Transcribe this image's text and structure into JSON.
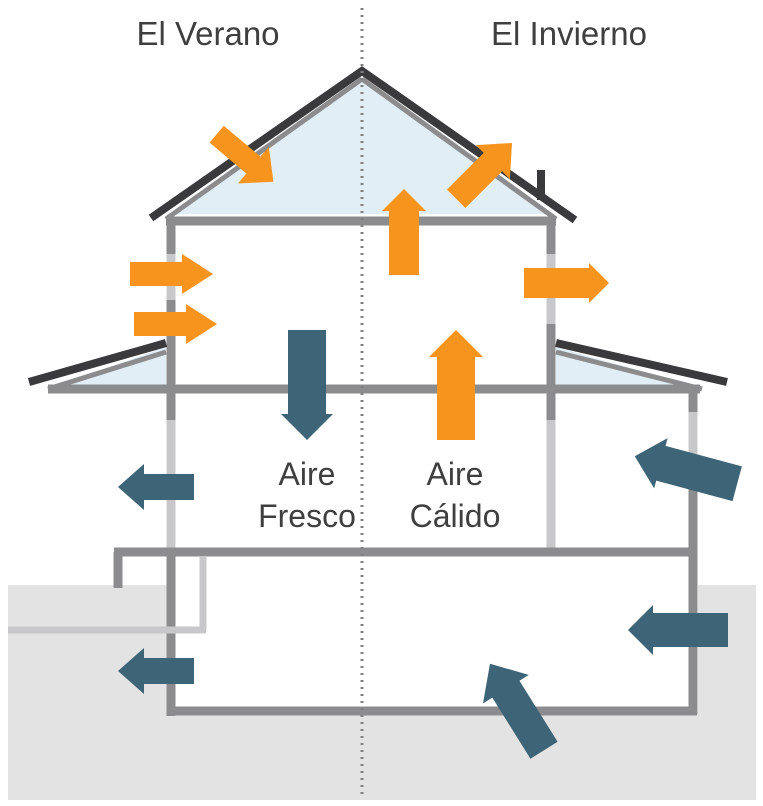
{
  "titles": {
    "summer": "El Verano",
    "winter": "El Invierno"
  },
  "labels": {
    "cool_line1": "Aire",
    "cool_line2": "Fresco",
    "warm_line1": "Aire",
    "warm_line2": "Cálido"
  },
  "colors": {
    "heat_arrow": "#f7941d",
    "cool_arrow": "#3d6477",
    "roof": "#3a3a3c",
    "wall": "#8c8c8e",
    "wall_light": "#c8c8ca",
    "attic_fill": "#e2eef6",
    "ground": "#e3e3e3",
    "divider": "#808080",
    "text": "#3f3f3f"
  },
  "icons": {
    "heat_arrow": "orange-arrow-icon",
    "cool_arrow": "blue-arrow-icon"
  }
}
